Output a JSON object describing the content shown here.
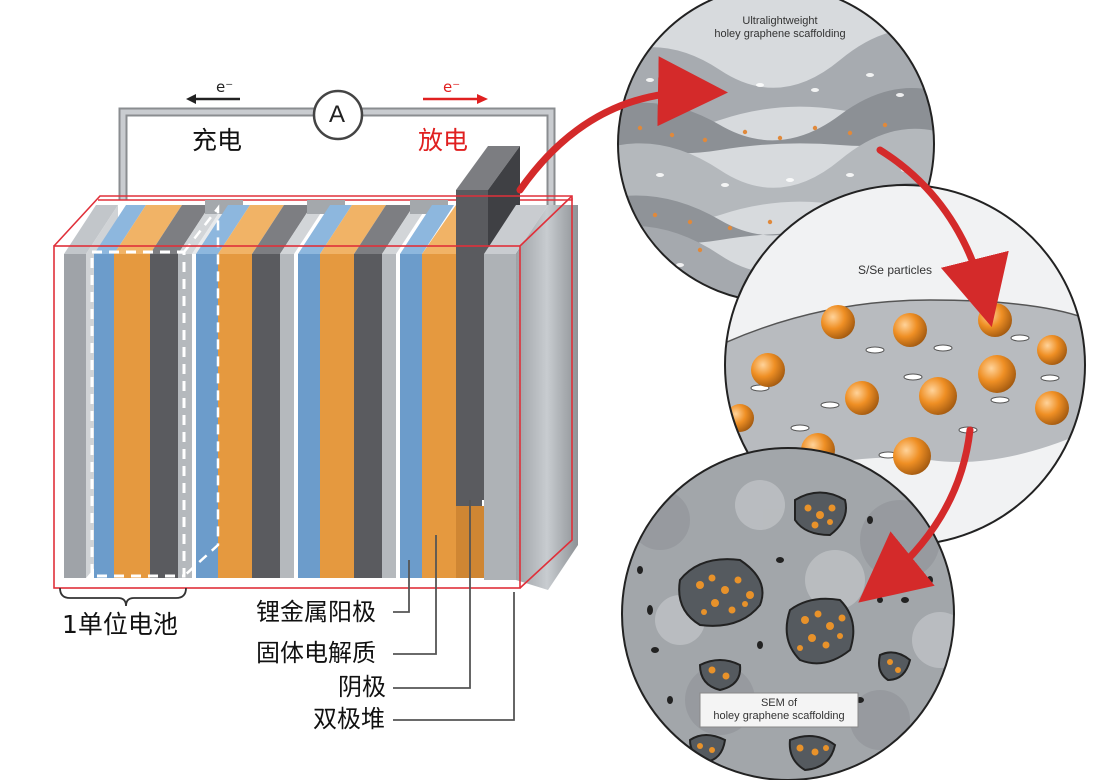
{
  "circuit": {
    "ammeter_symbol": "A",
    "electron_label": "e⁻",
    "charge_label": "充电",
    "discharge_label": "放电"
  },
  "battery_labels": {
    "unit_cell": "1单位电池",
    "lithium_anode": "锂金属阳极",
    "solid_electrolyte": "固体电解质",
    "cathode": "阴极",
    "bipolar_stack": "双极堆"
  },
  "zoom_circles": {
    "top_caption_line1": "Ultralightweight",
    "top_caption_line2": "holey graphene scaffolding",
    "middle_caption": "S/Se particles",
    "bottom_caption_line1": "SEM of",
    "bottom_caption_line2": "holey graphene scaffolding"
  },
  "colors": {
    "anode_blue": "#6c9ccb",
    "electrolyte_orange": "#e5993f",
    "cathode_gray": "#5a5b5f",
    "bipolar_light": "#aeb2b6",
    "frame_red": "#e0303a",
    "arrow_red": "#d42a2a",
    "particle_orange": "#ef8f24"
  }
}
